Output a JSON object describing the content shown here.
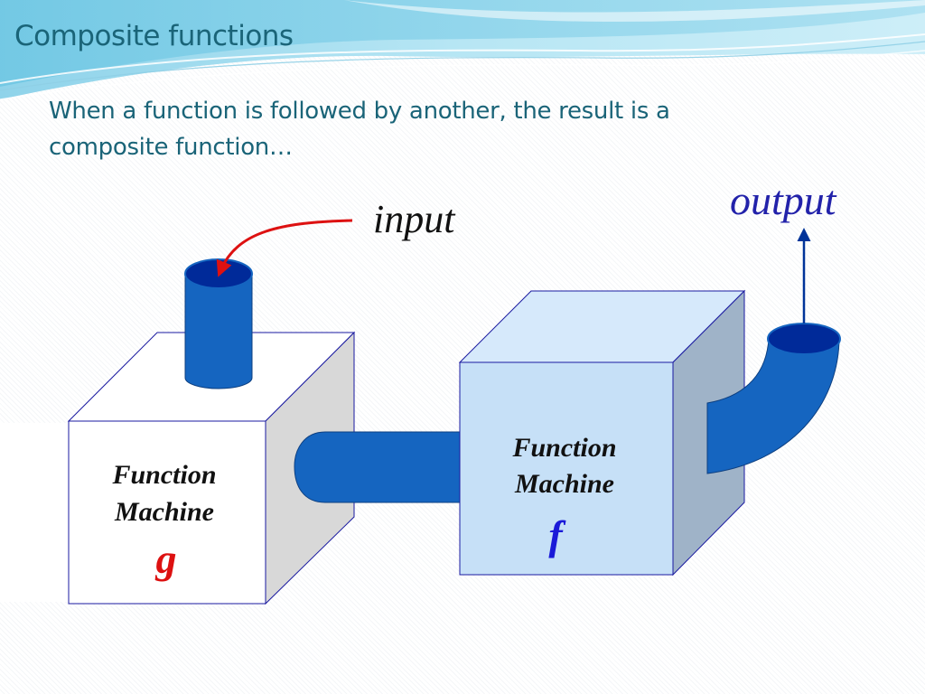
{
  "slide": {
    "title": "Composite functions",
    "subtitle_lines": [
      "When a function is followed by another, the result is a",
      "composite function…"
    ]
  },
  "diagram": {
    "input_label": "input",
    "output_label": "output",
    "machine_g": {
      "line1": "Function",
      "line2": "Machine",
      "name": "g"
    },
    "machine_f": {
      "line1": "Function",
      "line2": "Machine",
      "name": "f"
    }
  },
  "colors": {
    "title_text": "#1a6478",
    "pipe_blue": "#1565c0",
    "pipe_dark": "#003399",
    "input_arrow": "#dd1111",
    "output_text": "#2222aa",
    "g_name": "#dd1111",
    "f_name": "#1a1ad8",
    "box_f_front": "#c6e0f7",
    "box_f_top": "#d6e9fb",
    "box_f_side": "#9fb3c8",
    "box_g_side": "#d8d8d8"
  }
}
